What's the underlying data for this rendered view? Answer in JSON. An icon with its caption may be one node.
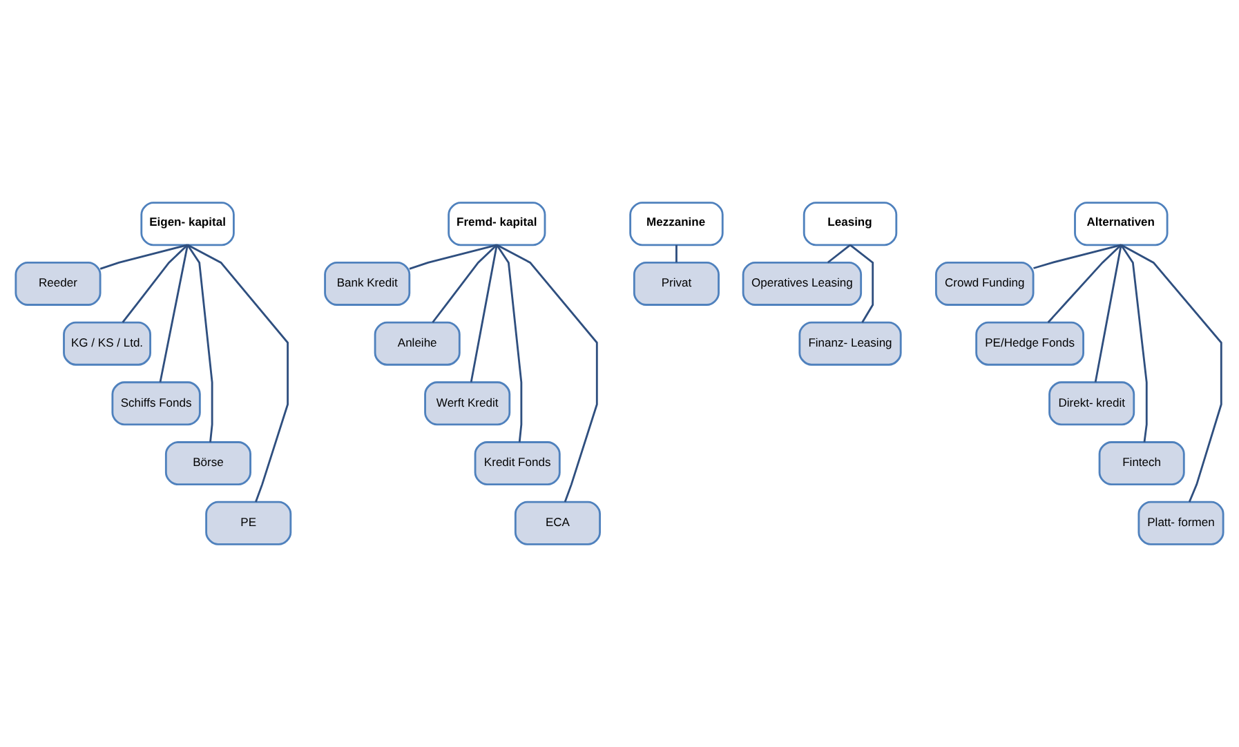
{
  "diagram": {
    "nodes": [
      {
        "text": [
          "Eigen- kapital"
        ]
      },
      {
        "text": [
          "Reeder"
        ]
      },
      {
        "text": [
          "KG / KS / Ltd."
        ]
      },
      {
        "text": [
          "Schiffs Fonds"
        ]
      },
      {
        "text": [
          "Börse"
        ]
      },
      {
        "text": [
          "PE"
        ]
      },
      {
        "text": [
          "Fremd- kapital"
        ]
      },
      {
        "text": [
          "Bank Kredit"
        ]
      },
      {
        "text": [
          "Anleihe"
        ]
      },
      {
        "text": [
          "Werft Kredit"
        ]
      },
      {
        "text": [
          "Kredit Fonds"
        ]
      },
      {
        "text": [
          "ECA"
        ]
      },
      {
        "text": [
          "Mezzanine"
        ]
      },
      {
        "text": [
          "Privat"
        ]
      },
      {
        "text": [
          "Leasing"
        ]
      },
      {
        "text": [
          "Operatives Leasing"
        ]
      },
      {
        "text": [
          "Finanz- Leasing"
        ]
      },
      {
        "text": [
          "Alternativen"
        ]
      },
      {
        "text": [
          "Crowd Funding"
        ]
      },
      {
        "text": [
          "PE/Hedge Fonds"
        ]
      },
      {
        "text": [
          "Direkt- kredit"
        ]
      },
      {
        "text": [
          "Fintech"
        ]
      },
      {
        "text": [
          "Platt- formen"
        ]
      }
    ],
    "edges": [
      {
        "from": 0,
        "to": 1,
        "arrow": "none"
      },
      {
        "from": 0,
        "to": 2,
        "arrow": "none"
      },
      {
        "from": 0,
        "to": 3,
        "arrow": "none"
      },
      {
        "from": 0,
        "to": 4,
        "arrow": "none"
      },
      {
        "from": 0,
        "to": 5,
        "arrow": "none"
      },
      {
        "from": 6,
        "to": 7,
        "arrow": "none"
      },
      {
        "from": 6,
        "to": 8,
        "arrow": "none"
      },
      {
        "from": 6,
        "to": 9,
        "arrow": "none"
      },
      {
        "from": 6,
        "to": 10,
        "arrow": "none"
      },
      {
        "from": 6,
        "to": 11,
        "arrow": "none"
      },
      {
        "from": 12,
        "to": 13,
        "arrow": "none"
      },
      {
        "from": 14,
        "to": 15,
        "arrow": "none"
      },
      {
        "from": 14,
        "to": 16,
        "arrow": "none"
      },
      {
        "from": 17,
        "to": 18,
        "arrow": "none"
      },
      {
        "from": 17,
        "to": 19,
        "arrow": "none"
      },
      {
        "from": 17,
        "to": 20,
        "arrow": "none"
      },
      {
        "from": 17,
        "to": 21,
        "arrow": "none"
      },
      {
        "from": 17,
        "to": 22,
        "arrow": "none"
      }
    ]
  }
}
